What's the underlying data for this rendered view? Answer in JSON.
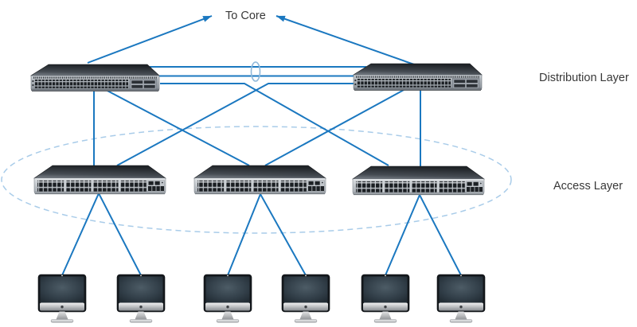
{
  "labels": {
    "to_core": "To Core",
    "distribution_layer": "Distribution Layer",
    "access_layer": "Access Layer"
  },
  "colors": {
    "link_blue": "#1b78c0",
    "port_channel_ellipse": "#8fb8da",
    "access_boundary_dashed": "#a9cce9",
    "label_text": "#383838",
    "background": "#ffffff"
  },
  "topology": {
    "distribution_switches": [
      "distribution-switch-1",
      "distribution-switch-2"
    ],
    "access_switches": [
      "access-switch-1",
      "access-switch-2",
      "access-switch-3"
    ],
    "workstations": [
      "pc-1",
      "pc-2",
      "pc-3",
      "pc-4",
      "pc-5",
      "pc-6"
    ],
    "core_uplinks": [
      {
        "from": "distribution-switch-1",
        "to": "core"
      },
      {
        "from": "distribution-switch-2",
        "to": "core"
      }
    ],
    "links": [
      {
        "from": "distribution-switch-1",
        "to": "distribution-switch-2",
        "style": "double-link-grouped-by-ellipse"
      },
      {
        "from": "distribution-switch-1",
        "to": "access-switch-1"
      },
      {
        "from": "distribution-switch-1",
        "to": "access-switch-2"
      },
      {
        "from": "distribution-switch-1",
        "to": "access-switch-3"
      },
      {
        "from": "distribution-switch-2",
        "to": "access-switch-1"
      },
      {
        "from": "distribution-switch-2",
        "to": "access-switch-2"
      },
      {
        "from": "distribution-switch-2",
        "to": "access-switch-3"
      },
      {
        "from": "access-switch-1",
        "to": "pc-1"
      },
      {
        "from": "access-switch-1",
        "to": "pc-2"
      },
      {
        "from": "access-switch-2",
        "to": "pc-3"
      },
      {
        "from": "access-switch-2",
        "to": "pc-4"
      },
      {
        "from": "access-switch-3",
        "to": "pc-5"
      },
      {
        "from": "access-switch-3",
        "to": "pc-6"
      }
    ]
  }
}
